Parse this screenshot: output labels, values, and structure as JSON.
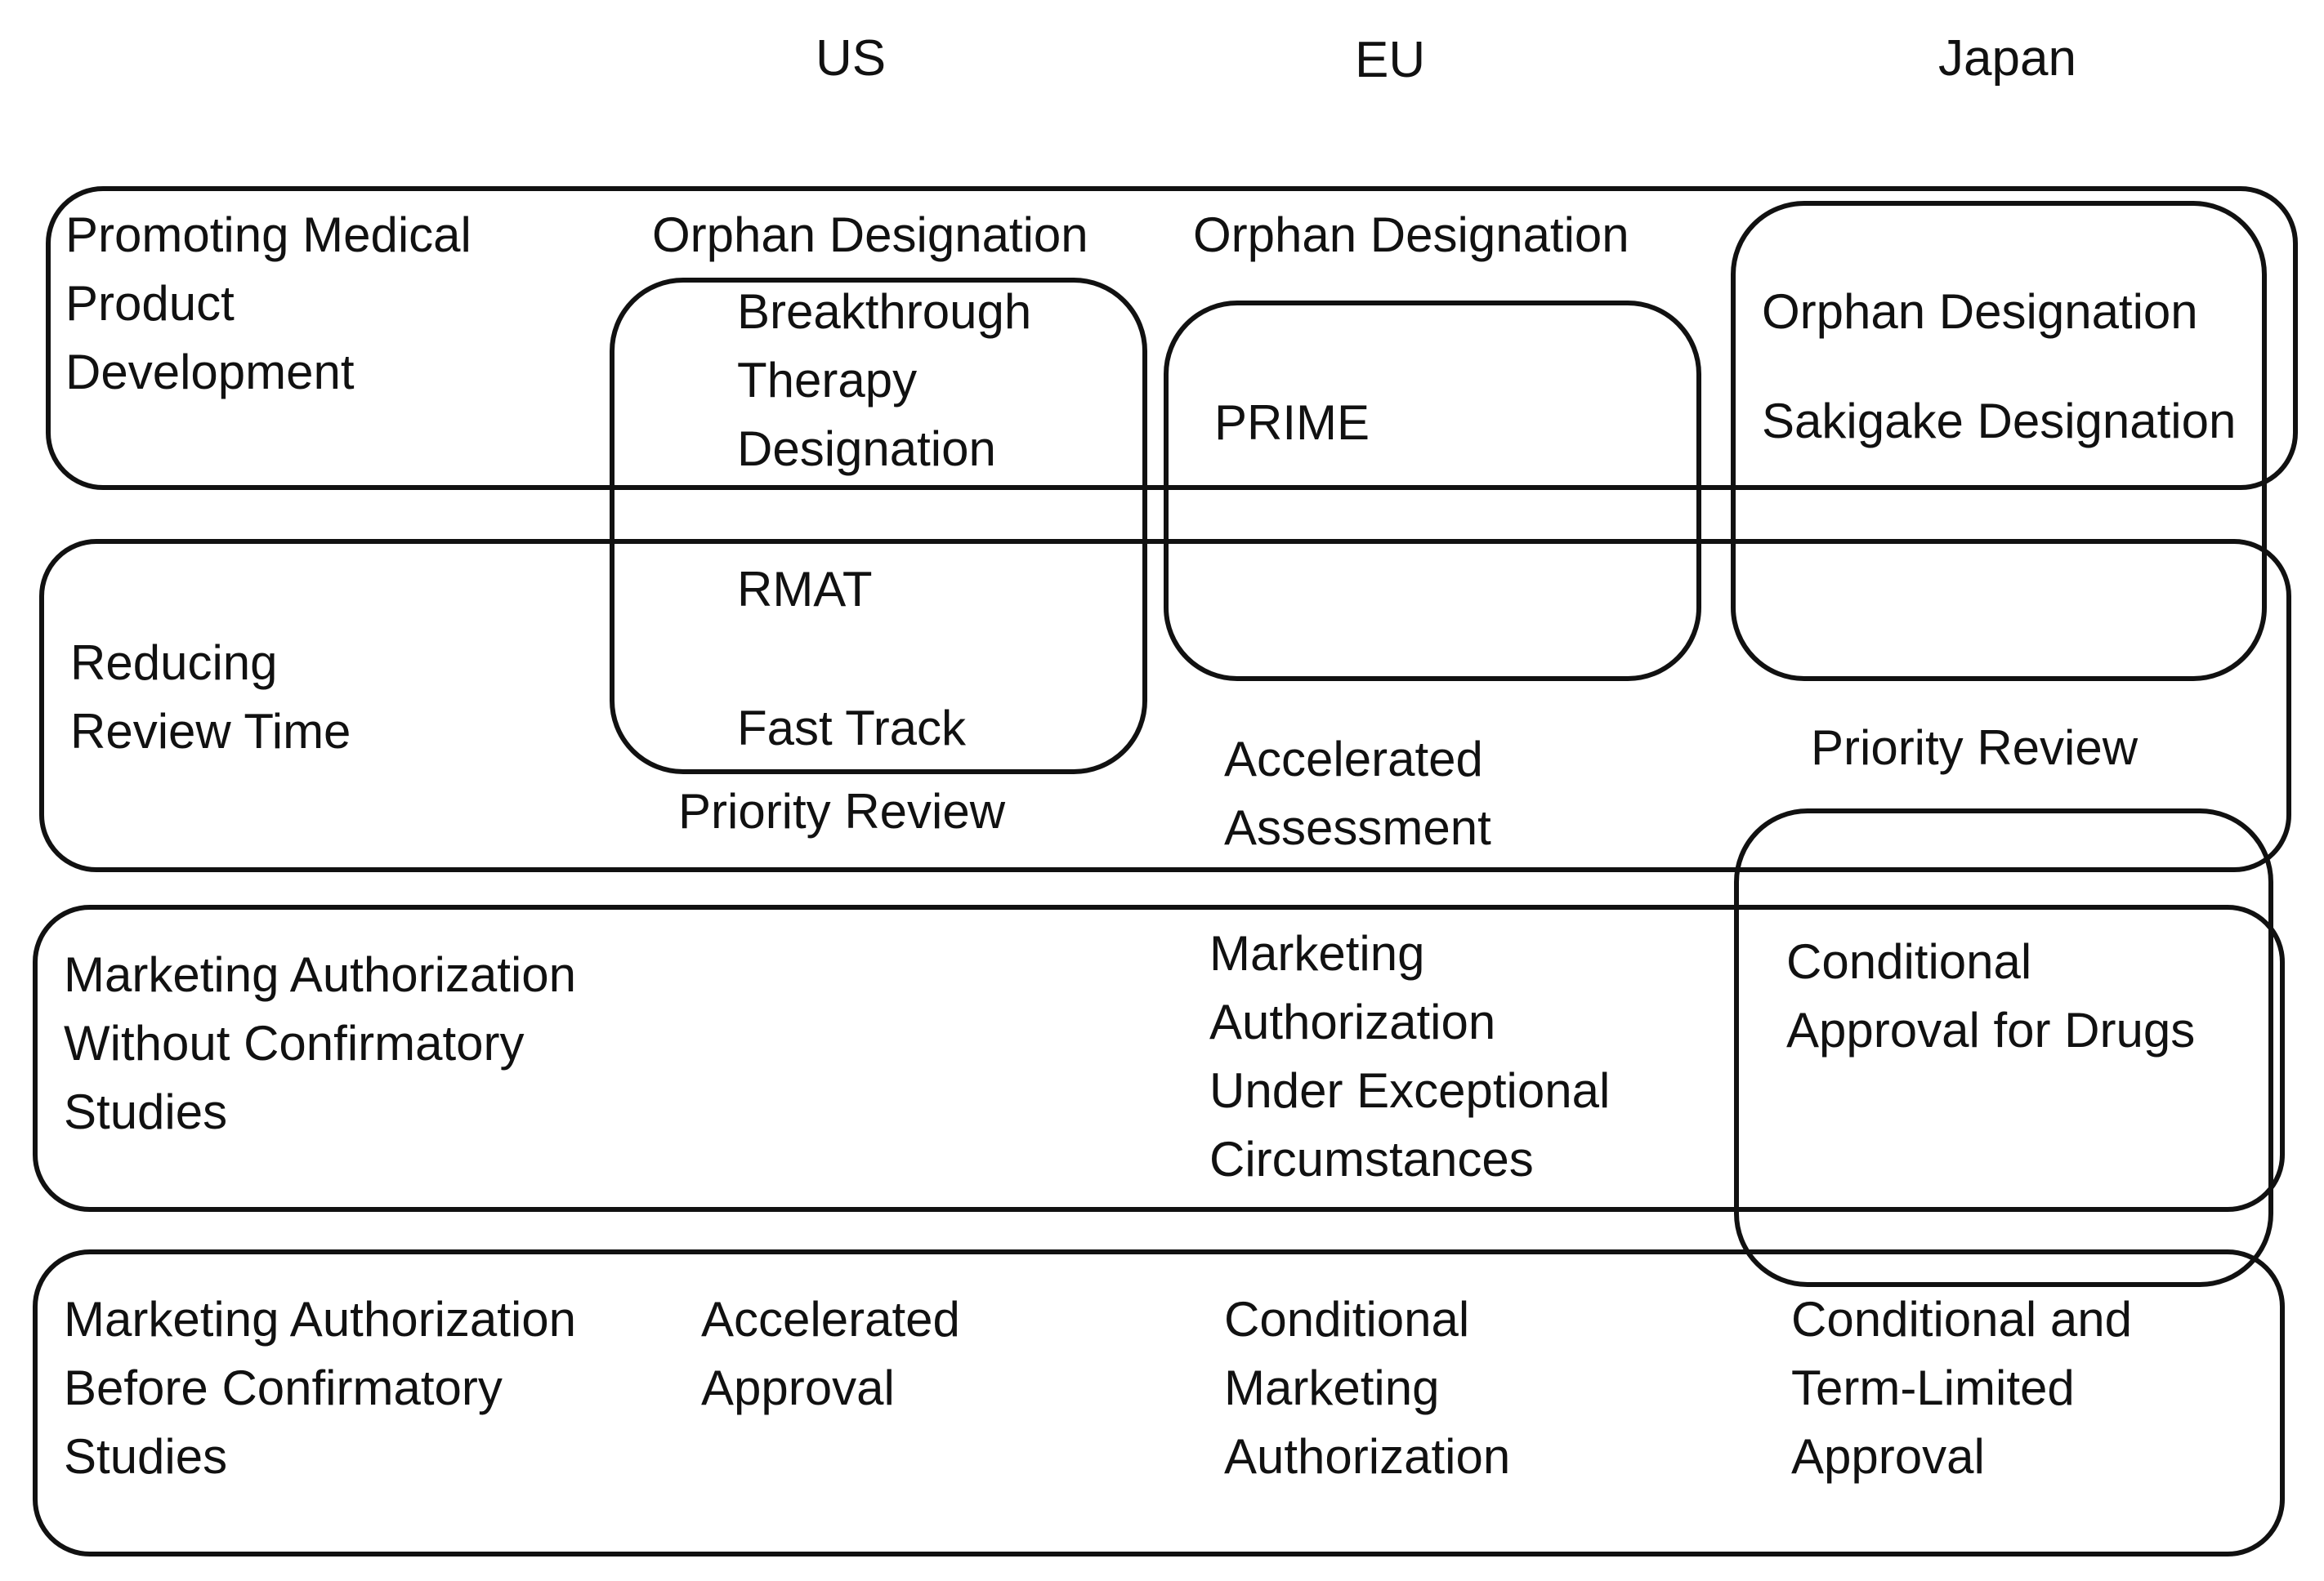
{
  "headers": {
    "us": "US",
    "eu": "EU",
    "japan": "Japan"
  },
  "rows": {
    "promoting": [
      "Promoting Medical",
      "Product",
      "Development"
    ],
    "reducing": [
      "Reducing",
      "Review Time"
    ],
    "without": [
      "Marketing Authorization",
      "Without Confirmatory",
      "Studies"
    ],
    "before": [
      "Marketing Authorization",
      "Before Confirmatory",
      "Studies"
    ]
  },
  "us": {
    "orphan": "Orphan Designation",
    "breakthrough": [
      "Breakthrough",
      "Therapy",
      "Designation"
    ],
    "rmat": "RMAT",
    "fast_track": "Fast Track",
    "priority": "Priority Review",
    "accelerated": [
      "Accelerated",
      "Approval"
    ]
  },
  "eu": {
    "orphan": "Orphan Designation",
    "prime": "PRIME",
    "accelerated": [
      "Accelerated",
      "Assessment"
    ],
    "exceptional": [
      "Marketing",
      "Authorization",
      "Under Exceptional",
      "Circumstances"
    ],
    "conditional": [
      "Conditional",
      "Marketing",
      "Authorization"
    ]
  },
  "japan": {
    "orphan": "Orphan Designation",
    "sakigake": "Sakigake Designation",
    "priority": "Priority Review",
    "conditional_drugs": [
      "Conditional",
      "Approval for Drugs"
    ],
    "term_limited": [
      "Conditional and",
      "Term-Limited",
      "Approval"
    ]
  }
}
